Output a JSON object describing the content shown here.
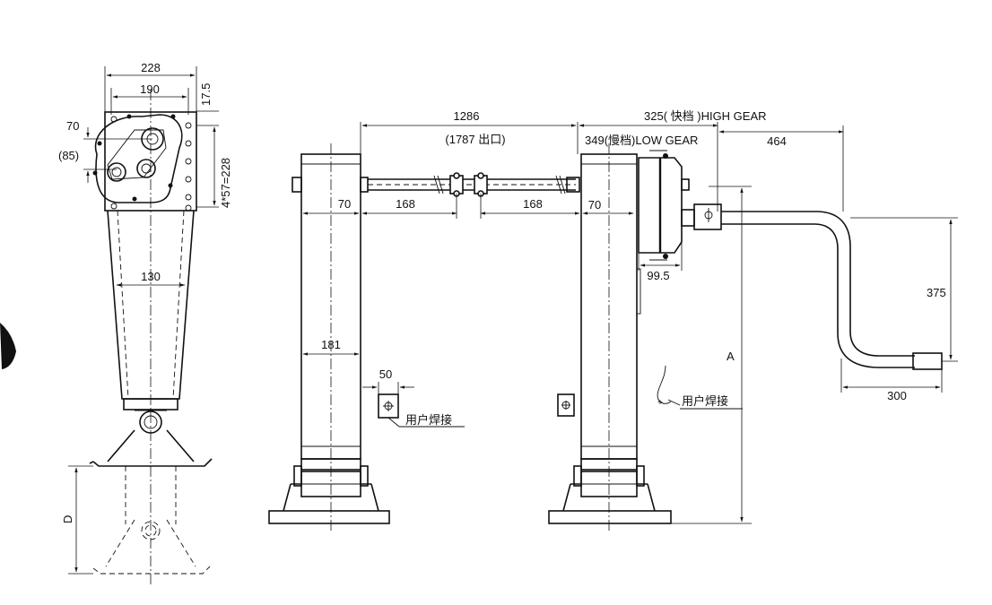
{
  "labels": {
    "left_width_228": "228",
    "left_width_190": "190",
    "left_17_5": "17.5",
    "left_70": "70",
    "left_85": "(85)",
    "left_4x57": "4*57=228",
    "left_130": "130",
    "left_D": "D",
    "mid_1286": "1286",
    "mid_1787": "(1787 出口)",
    "mid_70_left": "70",
    "mid_168_left": "168",
    "mid_168_right": "168",
    "mid_70_right": "70",
    "mid_181": "181",
    "mid_50": "50",
    "weld_left": "用户焊接",
    "weld_right": "用户焊接",
    "high_gear": "325( 快档 )HIGH GEAR",
    "low_gear": "349(慢档)LOW GEAR",
    "dim_464": "464",
    "dim_99_5": "99.5",
    "dim_375": "375",
    "dim_300": "300",
    "dim_A": "A"
  }
}
